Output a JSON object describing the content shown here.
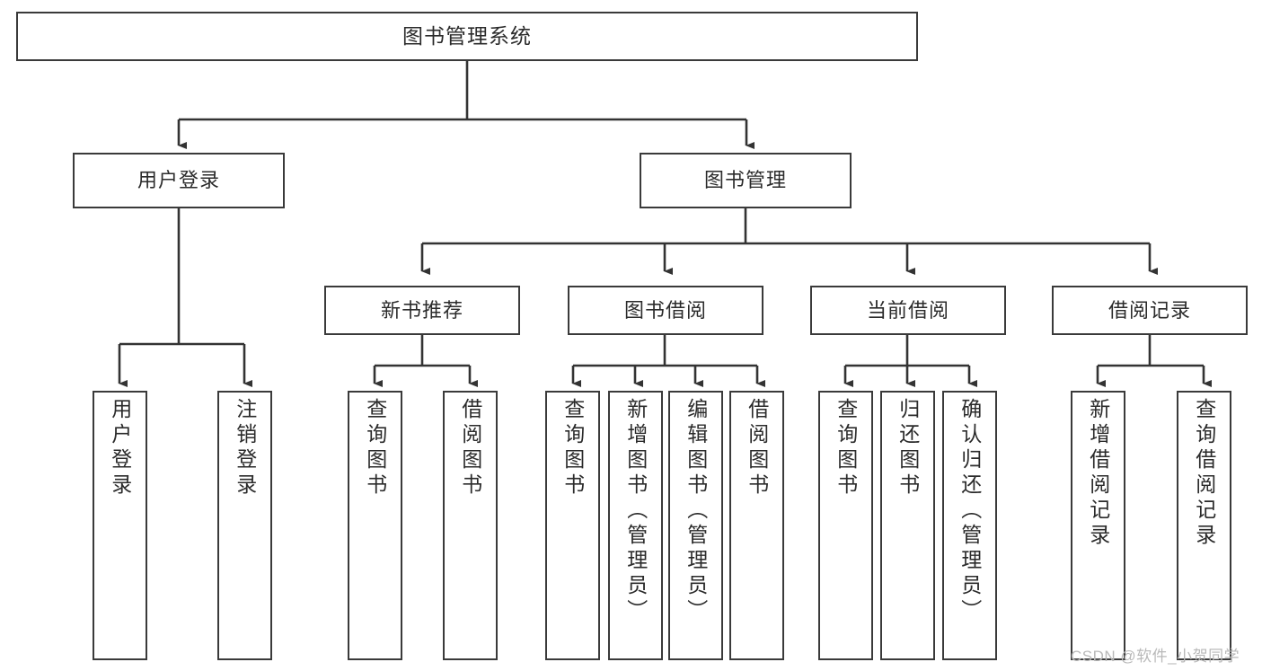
{
  "diagram": {
    "title": "图书管理系统",
    "type": "hierarchy-tree",
    "colors": {
      "box_border": "#3a3a3a",
      "box_fill": "#ffffff",
      "connector": "#333333",
      "text": "#2b2b2b",
      "watermark": "#b9b9b9"
    },
    "nodes": {
      "root": {
        "label": "图书管理系统",
        "level": 1,
        "orientation": "horizontal"
      },
      "level2": [
        {
          "label": "用户登录",
          "orientation": "horizontal"
        },
        {
          "label": "图书管理",
          "orientation": "horizontal"
        }
      ],
      "level3": [
        {
          "label": "新书推荐",
          "orientation": "horizontal"
        },
        {
          "label": "图书借阅",
          "orientation": "horizontal"
        },
        {
          "label": "当前借阅",
          "orientation": "horizontal"
        },
        {
          "label": "借阅记录",
          "orientation": "horizontal"
        }
      ],
      "leaves": {
        "user_login": [
          {
            "label": "用户登录",
            "orientation": "vertical"
          },
          {
            "label": "注销登录",
            "orientation": "vertical"
          }
        ],
        "new_book_recommend": [
          {
            "label": "查询图书",
            "orientation": "vertical"
          },
          {
            "label": "借阅图书",
            "orientation": "vertical"
          }
        ],
        "book_borrow": [
          {
            "label": "查询图书",
            "orientation": "vertical"
          },
          {
            "label": "新增图书（管理员）",
            "orientation": "vertical"
          },
          {
            "label": "编辑图书（管理员）",
            "orientation": "vertical"
          },
          {
            "label": "借阅图书",
            "orientation": "vertical"
          }
        ],
        "current_borrow": [
          {
            "label": "查询图书",
            "orientation": "vertical"
          },
          {
            "label": "归还图书",
            "orientation": "vertical"
          },
          {
            "label": "确认归还（管理员）",
            "orientation": "vertical"
          }
        ],
        "borrow_record": [
          {
            "label": "新增借阅记录",
            "orientation": "vertical"
          },
          {
            "label": "查询借阅记录",
            "orientation": "vertical"
          }
        ]
      }
    },
    "watermark": "CSDN @软件_小贺同学"
  }
}
